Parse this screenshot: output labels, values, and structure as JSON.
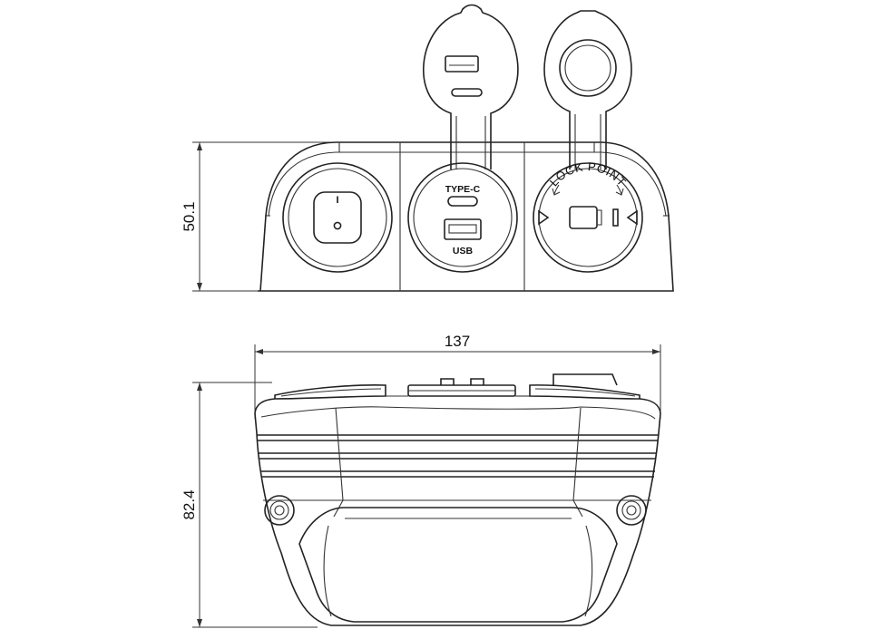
{
  "drawing": {
    "front_view": {
      "height_dimension": "50.1",
      "switch_symbol_on": "I",
      "switch_symbol_off": "O",
      "usb_socket": {
        "type_c_label": "TYPE-C",
        "usb_label": "USB"
      },
      "lighter_socket": {
        "lock_label": "LOCK POINT"
      }
    },
    "top_view": {
      "width_dimension": "137",
      "depth_dimension": "82.4"
    }
  }
}
